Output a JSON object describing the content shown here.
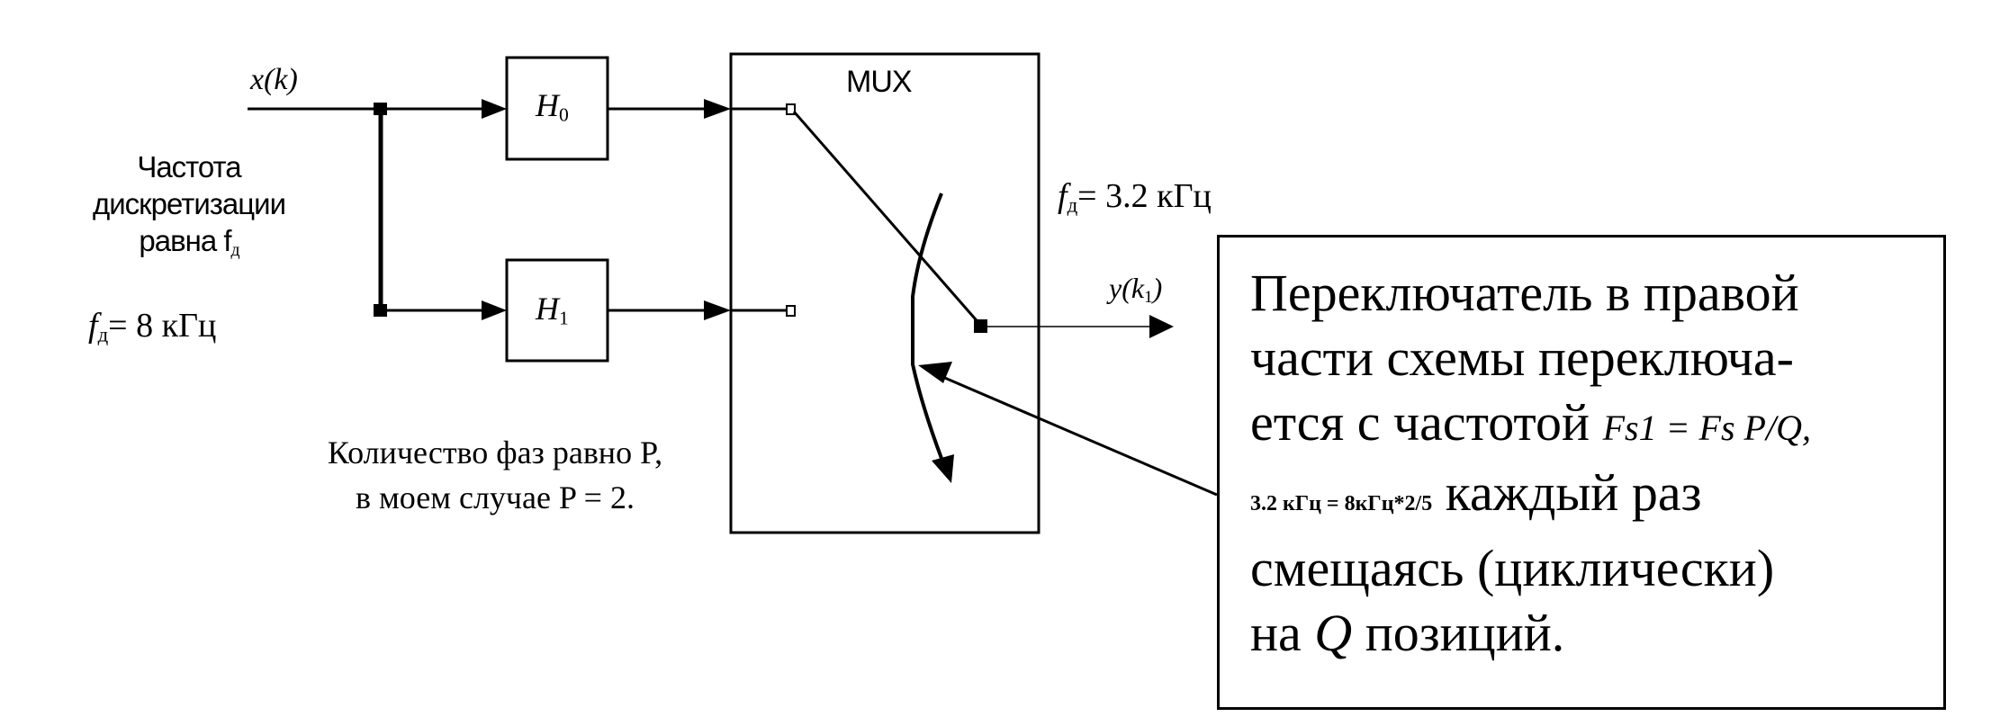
{
  "diagram": {
    "input_signal": "x(k)",
    "filters": [
      {
        "name": "H",
        "index": "0"
      },
      {
        "name": "H",
        "index": "1"
      }
    ],
    "mux_label": "MUX",
    "output_signal": {
      "name": "y",
      "arg": "k",
      "arg_index": "1"
    },
    "left_caption": [
      "Частота",
      "дискретизации",
      "равна f"
    ],
    "left_caption_sub": "д",
    "input_rate": {
      "symbol": "f",
      "sub": "д",
      "value": "= 8 кГц"
    },
    "output_rate": {
      "symbol": "f",
      "sub": "д",
      "value": "= 3.2 кГц"
    },
    "phase_note": [
      "Количество фаз равно P,",
      "в моем случае P = 2."
    ],
    "note": {
      "line1": "Переключатель в правой",
      "line2": "части схемы переключа-",
      "line3_prefix": "ется с частотой",
      "formula": "Fs1 = Fs P/Q,",
      "calc": "3.2 кГц = 8кГц*2/5",
      "line4_suffix": "каждый раз",
      "line5": "смещаясь (циклически)",
      "line6_prefix": "на",
      "q": "Q",
      "line6_suffix": "позиций."
    }
  }
}
